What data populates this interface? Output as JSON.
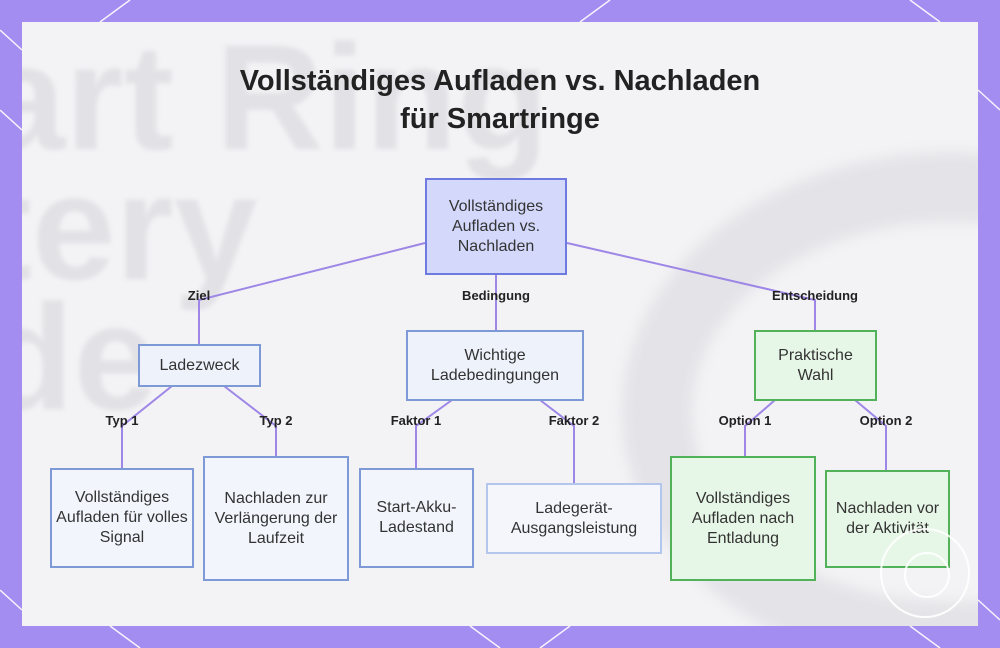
{
  "title": {
    "line1": "Vollständiges Aufladen vs. Nachladen",
    "line2": "für Smartringe"
  },
  "nodes": {
    "root": "Vollständiges Aufladen vs. Nachladen",
    "purpose": "Ladezweck",
    "conditions": "Wichtige Ladebedingungen",
    "choice": "Praktische Wahl",
    "full_charge_signal": "Vollständiges Aufladen für volles Signal",
    "top_up_runtime": "Nachladen zur Verlängerung der Laufzeit",
    "start_level": "Start-Akku-Ladestand",
    "charger_output": "Ladegerät-Ausgangsleistung",
    "full_after_discharge": "Vollständiges Aufladen nach Entladung",
    "top_up_before_activity": "Nachladen vor der Aktivität"
  },
  "edge_labels": {
    "goal": "Ziel",
    "condition": "Bedingung",
    "decision": "Entscheidung",
    "type1": "Typ 1",
    "type2": "Typ 2",
    "factor1": "Faktor 1",
    "factor2": "Faktor 2",
    "option1": "Option 1",
    "option2": "Option 2"
  },
  "colors": {
    "background": "#a48df0",
    "link": "#9d86e6",
    "root_fill": "#d4d9fc",
    "green_border": "#52b25a"
  }
}
